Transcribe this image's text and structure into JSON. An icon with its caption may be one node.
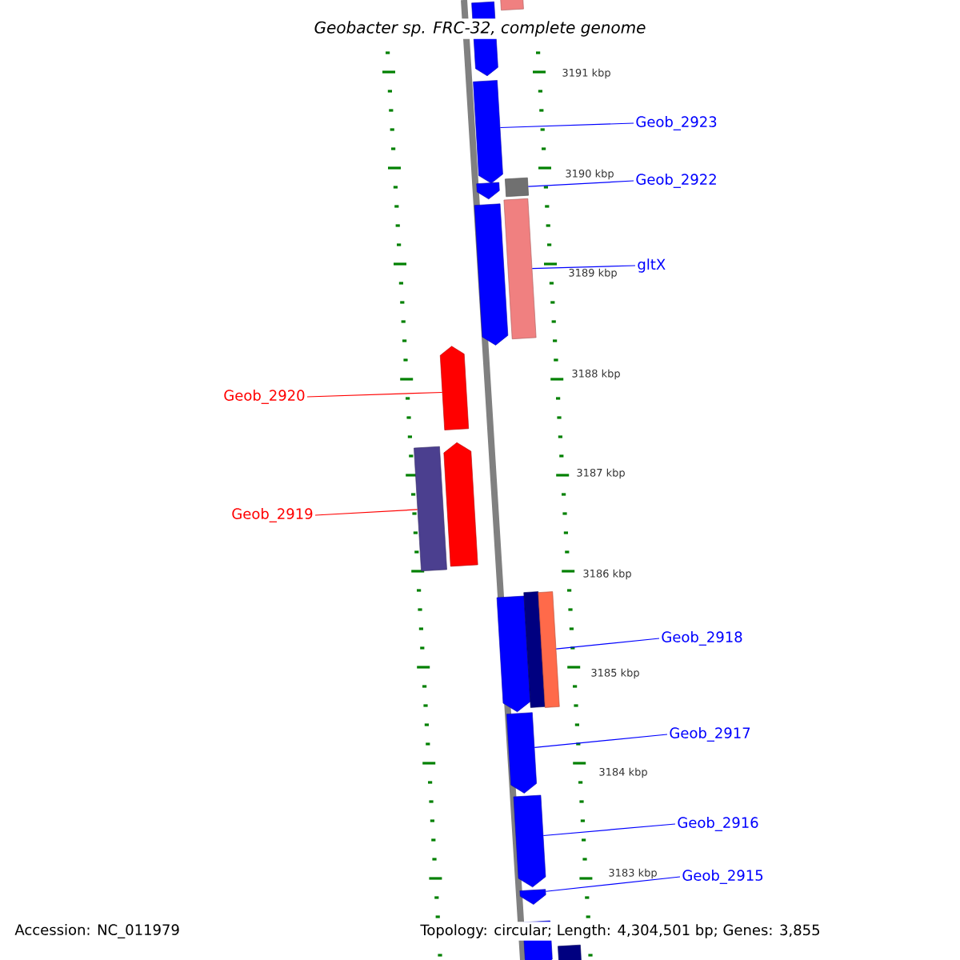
{
  "diagram": {
    "title": "Geobacter sp. FRC-32, complete genome",
    "nodes": [
      {
        "text": [],
        "shape": "arrow"
      },
      {
        "text": [],
        "shape": "box"
      },
      {
        "text": [
          "Geob_2923"
        ]
      },
      {
        "text": [],
        "shape": "arrow"
      },
      {
        "text": [
          "Geob_2922"
        ]
      },
      {
        "text": [],
        "shape": "arrow"
      },
      {
        "text": [],
        "shape": "box"
      },
      {
        "text": [
          "gltX"
        ]
      },
      {
        "text": [],
        "shape": "arrow"
      },
      {
        "text": [],
        "shape": "box"
      },
      {
        "text": [
          "Geob_2920"
        ]
      },
      {
        "text": [],
        "shape": "arrow"
      },
      {
        "text": [
          "Geob_2919"
        ]
      },
      {
        "text": [],
        "shape": "box"
      },
      {
        "text": [],
        "shape": "arrow"
      },
      {
        "text": [
          "Geob_2918"
        ]
      },
      {
        "text": [],
        "shape": "arrow"
      },
      {
        "text": [],
        "shape": "box"
      },
      {
        "text": [],
        "shape": "box"
      },
      {
        "text": [
          "Geob_2917"
        ]
      },
      {
        "text": [],
        "shape": "arrow"
      },
      {
        "text": [
          "Geob_2916"
        ]
      },
      {
        "text": [],
        "shape": "arrow"
      },
      {
        "text": [
          "Geob_2915"
        ]
      },
      {
        "text": [],
        "shape": "arrow"
      },
      {
        "text": [],
        "shape": "arrow"
      },
      {
        "text": [],
        "shape": "box"
      }
    ],
    "edges": [
      {
        "from": 2,
        "to": 3,
        "arrow": "none"
      },
      {
        "from": 4,
        "to": 6,
        "arrow": "none"
      },
      {
        "from": 7,
        "to": 9,
        "arrow": "none"
      },
      {
        "from": 10,
        "to": 11,
        "arrow": "none",
        "color": "#ff0000"
      },
      {
        "from": 12,
        "to": 13,
        "arrow": "none",
        "color": "#ff0000"
      },
      {
        "from": 15,
        "to": 18,
        "arrow": "none"
      },
      {
        "from": 19,
        "to": 20,
        "arrow": "none"
      },
      {
        "from": 21,
        "to": 22,
        "arrow": "none"
      },
      {
        "from": 23,
        "to": 24,
        "arrow": "none"
      }
    ],
    "labels": [
      "3191 kbp",
      "3190 kbp",
      "3189 kbp",
      "3188 kbp",
      "3187 kbp",
      "3186 kbp",
      "3185 kbp",
      "3184 kbp",
      "3183 kbp",
      "Accession: NC_011979",
      "Topology: circular; Length: 4,304,501 bp; Genes: 3,855"
    ]
  }
}
